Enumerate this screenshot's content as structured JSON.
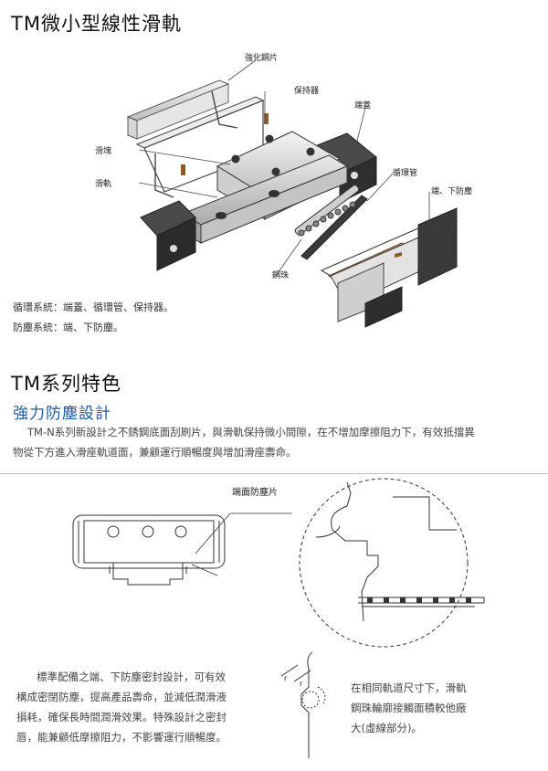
{
  "section1": {
    "title": "TM微小型線性滑軌",
    "labels": {
      "reinforced_plate": "強化鋼片",
      "retainer": "保持器",
      "end_cap": "端蓋",
      "slider": "滑塊",
      "rail": "滑軌",
      "return_tube": "循環管",
      "end_bottom_seal": "端、下防塵",
      "steel_ball": "鋼珠"
    },
    "systems": {
      "circulation": "循環系統：端蓋、循環管、保持器。",
      "dustproof": "防塵系統：端、下防塵。"
    }
  },
  "section2": {
    "title": "TM系列特色",
    "subtitle": "強力防塵設計",
    "intro_line1": "TM-N系列新設計之不銹鋼底面刮刷片，與滑軌保持微小間隙，在不增加摩擦阻力下，有效抵擋異",
    "intro_line2": "物從下方進入滑座軌道面，兼顧運行順暢度與增加滑座壽命。",
    "end_wiper_label": "端面防塵片",
    "left_para": [
      "標準配備之端、下防塵密封設計，可有效",
      "構成密閉防塵，提高產品壽命，並減低潤滑液",
      "損耗，確保長時間潤滑效果。特殊設計之密封",
      "唇，能兼顧低摩擦阻力，不影響運行順暢度。"
    ],
    "right_para": [
      "在相同軌道尺寸下，滑軌",
      "鋼珠輪廓接觸面積較他廠",
      "大(虛線部分)。"
    ],
    "dim_labels": {
      "r": "r",
      "r2": "r"
    }
  }
}
